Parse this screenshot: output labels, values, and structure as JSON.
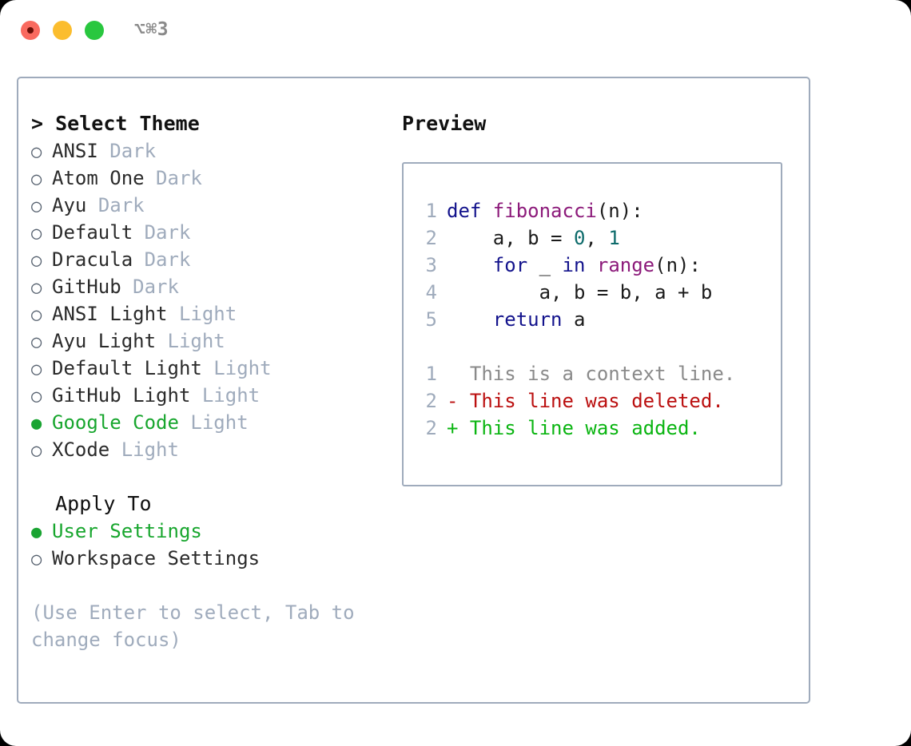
{
  "window": {
    "title": "⌥⌘3",
    "controls": [
      {
        "name": "close",
        "color": "#f96a5f"
      },
      {
        "name": "minimize",
        "color": "#fbbd2e"
      },
      {
        "name": "maximize",
        "color": "#29c73f"
      }
    ]
  },
  "theme_section": {
    "caret": ">",
    "header": "Select Theme",
    "focused": true,
    "bullet_on": "●",
    "bullet_off": "○",
    "options": [
      {
        "label": "ANSI",
        "kind": "Dark",
        "selected": false
      },
      {
        "label": "Atom One",
        "kind": "Dark",
        "selected": false
      },
      {
        "label": "Ayu",
        "kind": "Dark",
        "selected": false
      },
      {
        "label": "Default",
        "kind": "Dark",
        "selected": false
      },
      {
        "label": "Dracula",
        "kind": "Dark",
        "selected": false
      },
      {
        "label": "GitHub",
        "kind": "Dark",
        "selected": false
      },
      {
        "label": "ANSI Light",
        "kind": "Light",
        "selected": false
      },
      {
        "label": "Ayu Light",
        "kind": "Light",
        "selected": false
      },
      {
        "label": "Default Light",
        "kind": "Light",
        "selected": false
      },
      {
        "label": "GitHub Light",
        "kind": "Light",
        "selected": false
      },
      {
        "label": "Google Code",
        "kind": "Light",
        "selected": true
      },
      {
        "label": "XCode",
        "kind": "Light",
        "selected": false
      }
    ]
  },
  "apply_section": {
    "header": "Apply To",
    "focused": false,
    "options": [
      {
        "label": "User Settings",
        "selected": true
      },
      {
        "label": "Workspace Settings",
        "selected": false
      }
    ]
  },
  "hint": "(Use Enter to select, Tab to change focus)",
  "preview": {
    "title": "Preview",
    "code_lines": [
      {
        "no": "1",
        "tokens": [
          {
            "t": "def ",
            "c": "kw"
          },
          {
            "t": "fibonacci",
            "c": "fn"
          },
          {
            "t": "(n):",
            "c": "pl"
          }
        ]
      },
      {
        "no": "2",
        "tokens": [
          {
            "t": "    a, b = ",
            "c": "pl"
          },
          {
            "t": "0",
            "c": "num"
          },
          {
            "t": ", ",
            "c": "pl"
          },
          {
            "t": "1",
            "c": "num"
          }
        ]
      },
      {
        "no": "3",
        "tokens": [
          {
            "t": "    ",
            "c": "pl"
          },
          {
            "t": "for",
            "c": "kw"
          },
          {
            "t": " _ ",
            "c": "pl"
          },
          {
            "t": "in",
            "c": "kw"
          },
          {
            "t": " ",
            "c": "pl"
          },
          {
            "t": "range",
            "c": "fn"
          },
          {
            "t": "(n):",
            "c": "pl"
          }
        ]
      },
      {
        "no": "4",
        "tokens": [
          {
            "t": "        a, b = b, a + b",
            "c": "pl"
          }
        ]
      },
      {
        "no": "5",
        "tokens": [
          {
            "t": "    ",
            "c": "pl"
          },
          {
            "t": "return",
            "c": "kw"
          },
          {
            "t": " a",
            "c": "pl"
          }
        ]
      }
    ],
    "diff_lines": [
      {
        "no": "1",
        "marker": "  ",
        "text": "This is a context line.",
        "kind": "ctx"
      },
      {
        "no": "2",
        "marker": "- ",
        "text": "This line was deleted.",
        "kind": "del"
      },
      {
        "no": "2",
        "marker": "+ ",
        "text": "This line was added.",
        "kind": "add"
      }
    ]
  },
  "colors": {
    "border": "#9fabbc",
    "accent_green": "#18a62e",
    "muted": "#9fabbc",
    "keyword": "#13138c",
    "function": "#8c1a7a",
    "number": "#0d6b6b",
    "diff_add": "#0bb512",
    "diff_del": "#bb1010",
    "diff_ctx": "#8a8a8a"
  }
}
